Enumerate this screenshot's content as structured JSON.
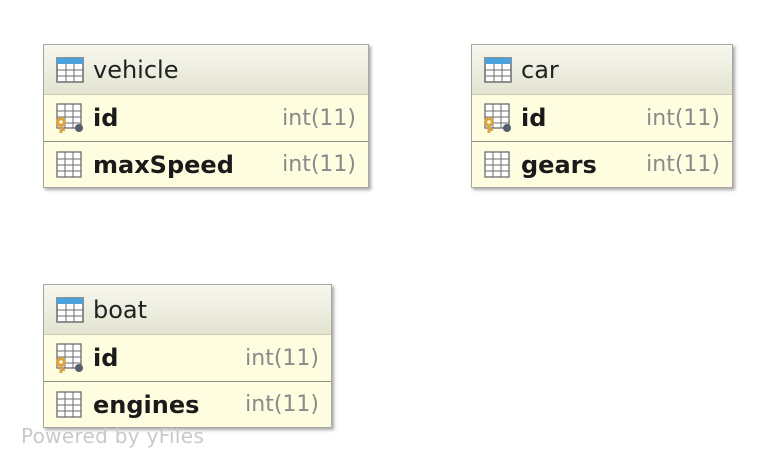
{
  "tables": [
    {
      "name": "vehicle",
      "columns": [
        {
          "name": "id",
          "type": "int(11)",
          "icon": "primary-key-column-icon"
        },
        {
          "name": "maxSpeed",
          "type": "int(11)",
          "icon": "column-icon"
        }
      ]
    },
    {
      "name": "car",
      "columns": [
        {
          "name": "id",
          "type": "int(11)",
          "icon": "primary-key-column-icon"
        },
        {
          "name": "gears",
          "type": "int(11)",
          "icon": "column-icon"
        }
      ]
    },
    {
      "name": "boat",
      "columns": [
        {
          "name": "id",
          "type": "int(11)",
          "icon": "primary-key-column-icon"
        },
        {
          "name": "engines",
          "type": "int(11)",
          "icon": "column-icon"
        }
      ]
    }
  ],
  "watermark": "Powered by yFiles",
  "colors": {
    "header_icon_blue": "#4aa3df",
    "key_gold": "#d9a441",
    "row_background": "#fffde0",
    "type_gray": "#8a8a8a"
  }
}
